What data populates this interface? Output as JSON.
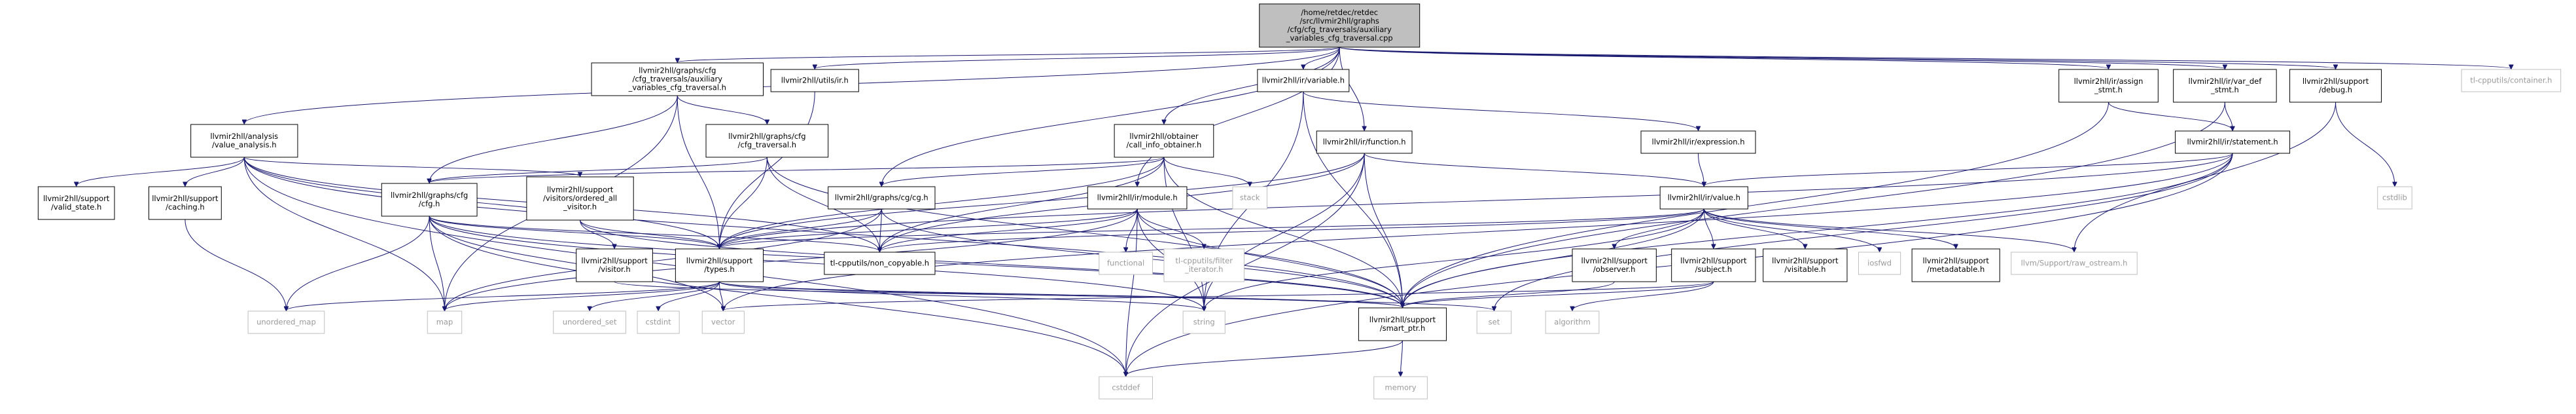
{
  "diagram": {
    "kind": "include-dependency-graph",
    "colors": {
      "edge": "#191970",
      "root_fill": "#bfbfbf",
      "node_fill": "#ffffff",
      "node_border": "#000000",
      "system_border": "#bfbfbf",
      "system_text": "#9a9a9a"
    },
    "nodes": [
      {
        "id": "root",
        "lines": [
          "/home/retdec/retdec",
          "/src/llvmir2hll/graphs",
          "/cfg/cfg_traversals/auxiliary",
          "_variables_cfg_traversal.cpp"
        ],
        "root": true
      },
      {
        "id": "aux_h",
        "lines": [
          "llvmir2hll/graphs/cfg",
          "/cfg_traversals/auxiliary",
          "_variables_cfg_traversal.h"
        ]
      },
      {
        "id": "utils_ir",
        "lines": [
          "llvmir2hll/utils/ir.h"
        ]
      },
      {
        "id": "variable",
        "lines": [
          "llvmir2hll/ir/variable.h"
        ]
      },
      {
        "id": "assign",
        "lines": [
          "llvmir2hll/ir/assign",
          "_stmt.h"
        ]
      },
      {
        "id": "vardef",
        "lines": [
          "llvmir2hll/ir/var_def",
          "_stmt.h"
        ]
      },
      {
        "id": "debug",
        "lines": [
          "llvmir2hll/support",
          "/debug.h"
        ]
      },
      {
        "id": "container",
        "lines": [
          "tl-cpputils/container.h"
        ],
        "system": true
      },
      {
        "id": "value_analysis",
        "lines": [
          "llvmir2hll/analysis",
          "/value_analysis.h"
        ]
      },
      {
        "id": "cfg_traversal",
        "lines": [
          "llvmir2hll/graphs/cfg",
          "/cfg_traversal.h"
        ]
      },
      {
        "id": "call_info",
        "lines": [
          "llvmir2hll/obtainer",
          "/call_info_obtainer.h"
        ]
      },
      {
        "id": "function",
        "lines": [
          "llvmir2hll/ir/function.h"
        ]
      },
      {
        "id": "expression",
        "lines": [
          "llvmir2hll/ir/expression.h"
        ]
      },
      {
        "id": "statement",
        "lines": [
          "llvmir2hll/ir/statement.h"
        ]
      },
      {
        "id": "cstdlib",
        "lines": [
          "cstdlib"
        ],
        "system": true
      },
      {
        "id": "cg",
        "lines": [
          "llvmir2hll/graphs/cg/cg.h"
        ]
      },
      {
        "id": "stack",
        "lines": [
          "stack"
        ],
        "system": true
      },
      {
        "id": "valid_state",
        "lines": [
          "llvmir2hll/support",
          "/valid_state.h"
        ]
      },
      {
        "id": "caching",
        "lines": [
          "llvmir2hll/support",
          "/caching.h"
        ]
      },
      {
        "id": "cfg_h",
        "lines": [
          "llvmir2hll/graphs/cfg",
          "/cfg.h"
        ]
      },
      {
        "id": "ordered_all",
        "lines": [
          "llvmir2hll/support",
          "/visitors/ordered_all",
          "_visitor.h"
        ]
      },
      {
        "id": "module",
        "lines": [
          "llvmir2hll/ir/module.h"
        ]
      },
      {
        "id": "value",
        "lines": [
          "llvmir2hll/ir/value.h"
        ]
      },
      {
        "id": "types",
        "lines": [
          "llvmir2hll/support",
          "/types.h"
        ]
      },
      {
        "id": "visitor",
        "lines": [
          "llvmir2hll/support",
          "/visitor.h"
        ]
      },
      {
        "id": "non_copyable",
        "lines": [
          "tl-cpputils/non_copyable.h"
        ]
      },
      {
        "id": "functional",
        "lines": [
          "functional"
        ],
        "system": true
      },
      {
        "id": "filter_iterator",
        "lines": [
          "tl-cpputils/filter",
          "_iterator.h"
        ],
        "system": true
      },
      {
        "id": "observer",
        "lines": [
          "llvmir2hll/support",
          "/observer.h"
        ]
      },
      {
        "id": "subject",
        "lines": [
          "llvmir2hll/support",
          "/subject.h"
        ]
      },
      {
        "id": "visitable",
        "lines": [
          "llvmir2hll/support",
          "/visitable.h"
        ]
      },
      {
        "id": "iosfwd",
        "lines": [
          "iosfwd"
        ],
        "system": true
      },
      {
        "id": "metadatable",
        "lines": [
          "llvmir2hll/support",
          "/metadatable.h"
        ]
      },
      {
        "id": "raw_ostream",
        "lines": [
          "llvm/Support/raw_ostream.h"
        ],
        "system": true
      },
      {
        "id": "unordered_map",
        "lines": [
          "unordered_map"
        ],
        "system": true
      },
      {
        "id": "map",
        "lines": [
          "map"
        ],
        "system": true
      },
      {
        "id": "unordered_set",
        "lines": [
          "unordered_set"
        ],
        "system": true
      },
      {
        "id": "cstdint",
        "lines": [
          "cstdint"
        ],
        "system": true
      },
      {
        "id": "vector",
        "lines": [
          "vector"
        ],
        "system": true
      },
      {
        "id": "string",
        "lines": [
          "string"
        ],
        "system": true
      },
      {
        "id": "smart_ptr",
        "lines": [
          "llvmir2hll/support",
          "/smart_ptr.h"
        ]
      },
      {
        "id": "set",
        "lines": [
          "set"
        ],
        "system": true
      },
      {
        "id": "algorithm",
        "lines": [
          "algorithm"
        ],
        "system": true
      },
      {
        "id": "cstddef",
        "lines": [
          "cstddef"
        ],
        "system": true
      },
      {
        "id": "memory",
        "lines": [
          "memory"
        ],
        "system": true
      }
    ],
    "edges": [
      [
        "root",
        "aux_h"
      ],
      [
        "root",
        "utils_ir"
      ],
      [
        "root",
        "variable"
      ],
      [
        "root",
        "assign"
      ],
      [
        "root",
        "vardef"
      ],
      [
        "root",
        "debug"
      ],
      [
        "root",
        "container"
      ],
      [
        "root",
        "value_analysis"
      ],
      [
        "root",
        "call_info"
      ],
      [
        "root",
        "function"
      ],
      [
        "root",
        "cg"
      ],
      [
        "root",
        "module"
      ],
      [
        "aux_h",
        "cfg_traversal"
      ],
      [
        "aux_h",
        "cfg_h"
      ],
      [
        "aux_h",
        "types"
      ],
      [
        "aux_h",
        "map"
      ],
      [
        "utils_ir",
        "types"
      ],
      [
        "variable",
        "expression"
      ],
      [
        "variable",
        "string"
      ],
      [
        "variable",
        "smart_ptr"
      ],
      [
        "assign",
        "statement"
      ],
      [
        "assign",
        "smart_ptr"
      ],
      [
        "vardef",
        "statement"
      ],
      [
        "vardef",
        "smart_ptr"
      ],
      [
        "debug",
        "cstdlib"
      ],
      [
        "debug",
        "raw_ostream"
      ],
      [
        "value_analysis",
        "valid_state"
      ],
      [
        "value_analysis",
        "caching"
      ],
      [
        "value_analysis",
        "ordered_all"
      ],
      [
        "value_analysis",
        "types"
      ],
      [
        "value_analysis",
        "non_copyable"
      ],
      [
        "value_analysis",
        "smart_ptr"
      ],
      [
        "value_analysis",
        "map"
      ],
      [
        "value_analysis",
        "cstddef"
      ],
      [
        "cfg_traversal",
        "cfg_h"
      ],
      [
        "cfg_traversal",
        "types"
      ],
      [
        "cfg_traversal",
        "non_copyable"
      ],
      [
        "cfg_traversal",
        "smart_ptr"
      ],
      [
        "call_info",
        "cg"
      ],
      [
        "call_info",
        "cfg_h"
      ],
      [
        "call_info",
        "types"
      ],
      [
        "call_info",
        "non_copyable"
      ],
      [
        "call_info",
        "stack"
      ],
      [
        "call_info",
        "string"
      ],
      [
        "call_info",
        "smart_ptr"
      ],
      [
        "function",
        "value"
      ],
      [
        "function",
        "types"
      ],
      [
        "function",
        "non_copyable"
      ],
      [
        "function",
        "string"
      ],
      [
        "function",
        "smart_ptr"
      ],
      [
        "function",
        "cstddef"
      ],
      [
        "expression",
        "value"
      ],
      [
        "statement",
        "value"
      ],
      [
        "statement",
        "types"
      ],
      [
        "statement",
        "smart_ptr"
      ],
      [
        "statement",
        "set"
      ],
      [
        "statement",
        "vector"
      ],
      [
        "statement",
        "cstddef"
      ],
      [
        "cg",
        "types"
      ],
      [
        "cg",
        "non_copyable"
      ],
      [
        "cg",
        "smart_ptr"
      ],
      [
        "cg",
        "map"
      ],
      [
        "caching",
        "unordered_map"
      ],
      [
        "cfg_h",
        "types"
      ],
      [
        "cfg_h",
        "non_copyable"
      ],
      [
        "cfg_h",
        "smart_ptr"
      ],
      [
        "cfg_h",
        "map"
      ],
      [
        "cfg_h",
        "vector"
      ],
      [
        "cfg_h",
        "string"
      ],
      [
        "cfg_h",
        "unordered_map"
      ],
      [
        "cfg_h",
        "cstddef"
      ],
      [
        "ordered_all",
        "visitor"
      ],
      [
        "ordered_all",
        "types"
      ],
      [
        "ordered_all",
        "smart_ptr"
      ],
      [
        "module",
        "types"
      ],
      [
        "module",
        "non_copyable"
      ],
      [
        "module",
        "functional"
      ],
      [
        "module",
        "filter_iterator"
      ],
      [
        "module",
        "smart_ptr"
      ],
      [
        "module",
        "string"
      ],
      [
        "module",
        "map"
      ],
      [
        "module",
        "cstddef"
      ],
      [
        "value",
        "types"
      ],
      [
        "value",
        "observer"
      ],
      [
        "value",
        "subject"
      ],
      [
        "value",
        "visitable"
      ],
      [
        "value",
        "iosfwd"
      ],
      [
        "value",
        "metadatable"
      ],
      [
        "value",
        "raw_ostream"
      ],
      [
        "value",
        "non_copyable"
      ],
      [
        "value",
        "smart_ptr"
      ],
      [
        "value",
        "string"
      ],
      [
        "types",
        "unordered_map"
      ],
      [
        "types",
        "map"
      ],
      [
        "types",
        "unordered_set"
      ],
      [
        "types",
        "cstdint"
      ],
      [
        "types",
        "vector"
      ],
      [
        "types",
        "string"
      ],
      [
        "types",
        "smart_ptr"
      ],
      [
        "types",
        "set"
      ],
      [
        "visitor",
        "smart_ptr"
      ],
      [
        "observer",
        "smart_ptr"
      ],
      [
        "subject",
        "smart_ptr"
      ],
      [
        "subject",
        "algorithm"
      ],
      [
        "subject",
        "vector"
      ],
      [
        "smart_ptr",
        "memory"
      ],
      [
        "smart_ptr",
        "cstddef"
      ]
    ]
  }
}
